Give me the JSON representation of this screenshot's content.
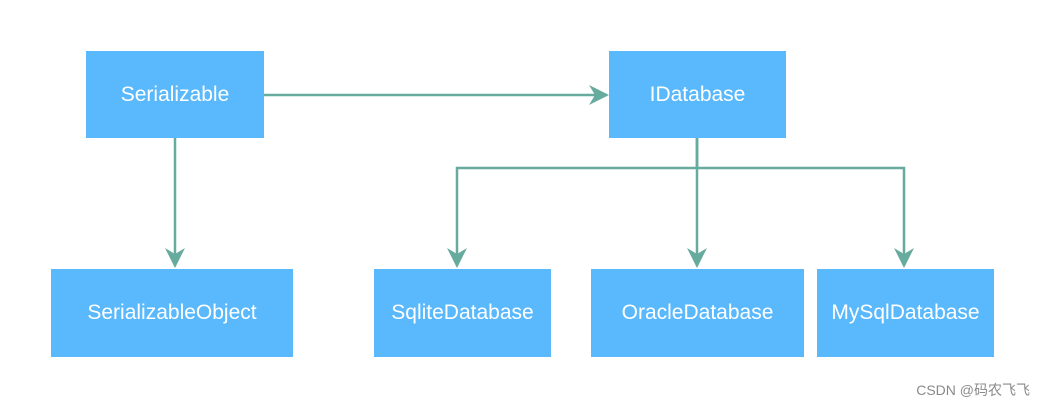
{
  "nodes": {
    "serializable": "Serializable",
    "idatabase": "IDatabase",
    "serializable_object": "SerializableObject",
    "sqlite_database": "SqliteDatabase",
    "oracle_database": "OracleDatabase",
    "mysql_database": "MySqlDatabase"
  },
  "watermark": "CSDN @码农飞飞",
  "colors": {
    "node_fill": "#5ab8fc",
    "node_text": "#ffffff",
    "connector": "#67ab9f",
    "watermark": "#8a8a8a"
  }
}
